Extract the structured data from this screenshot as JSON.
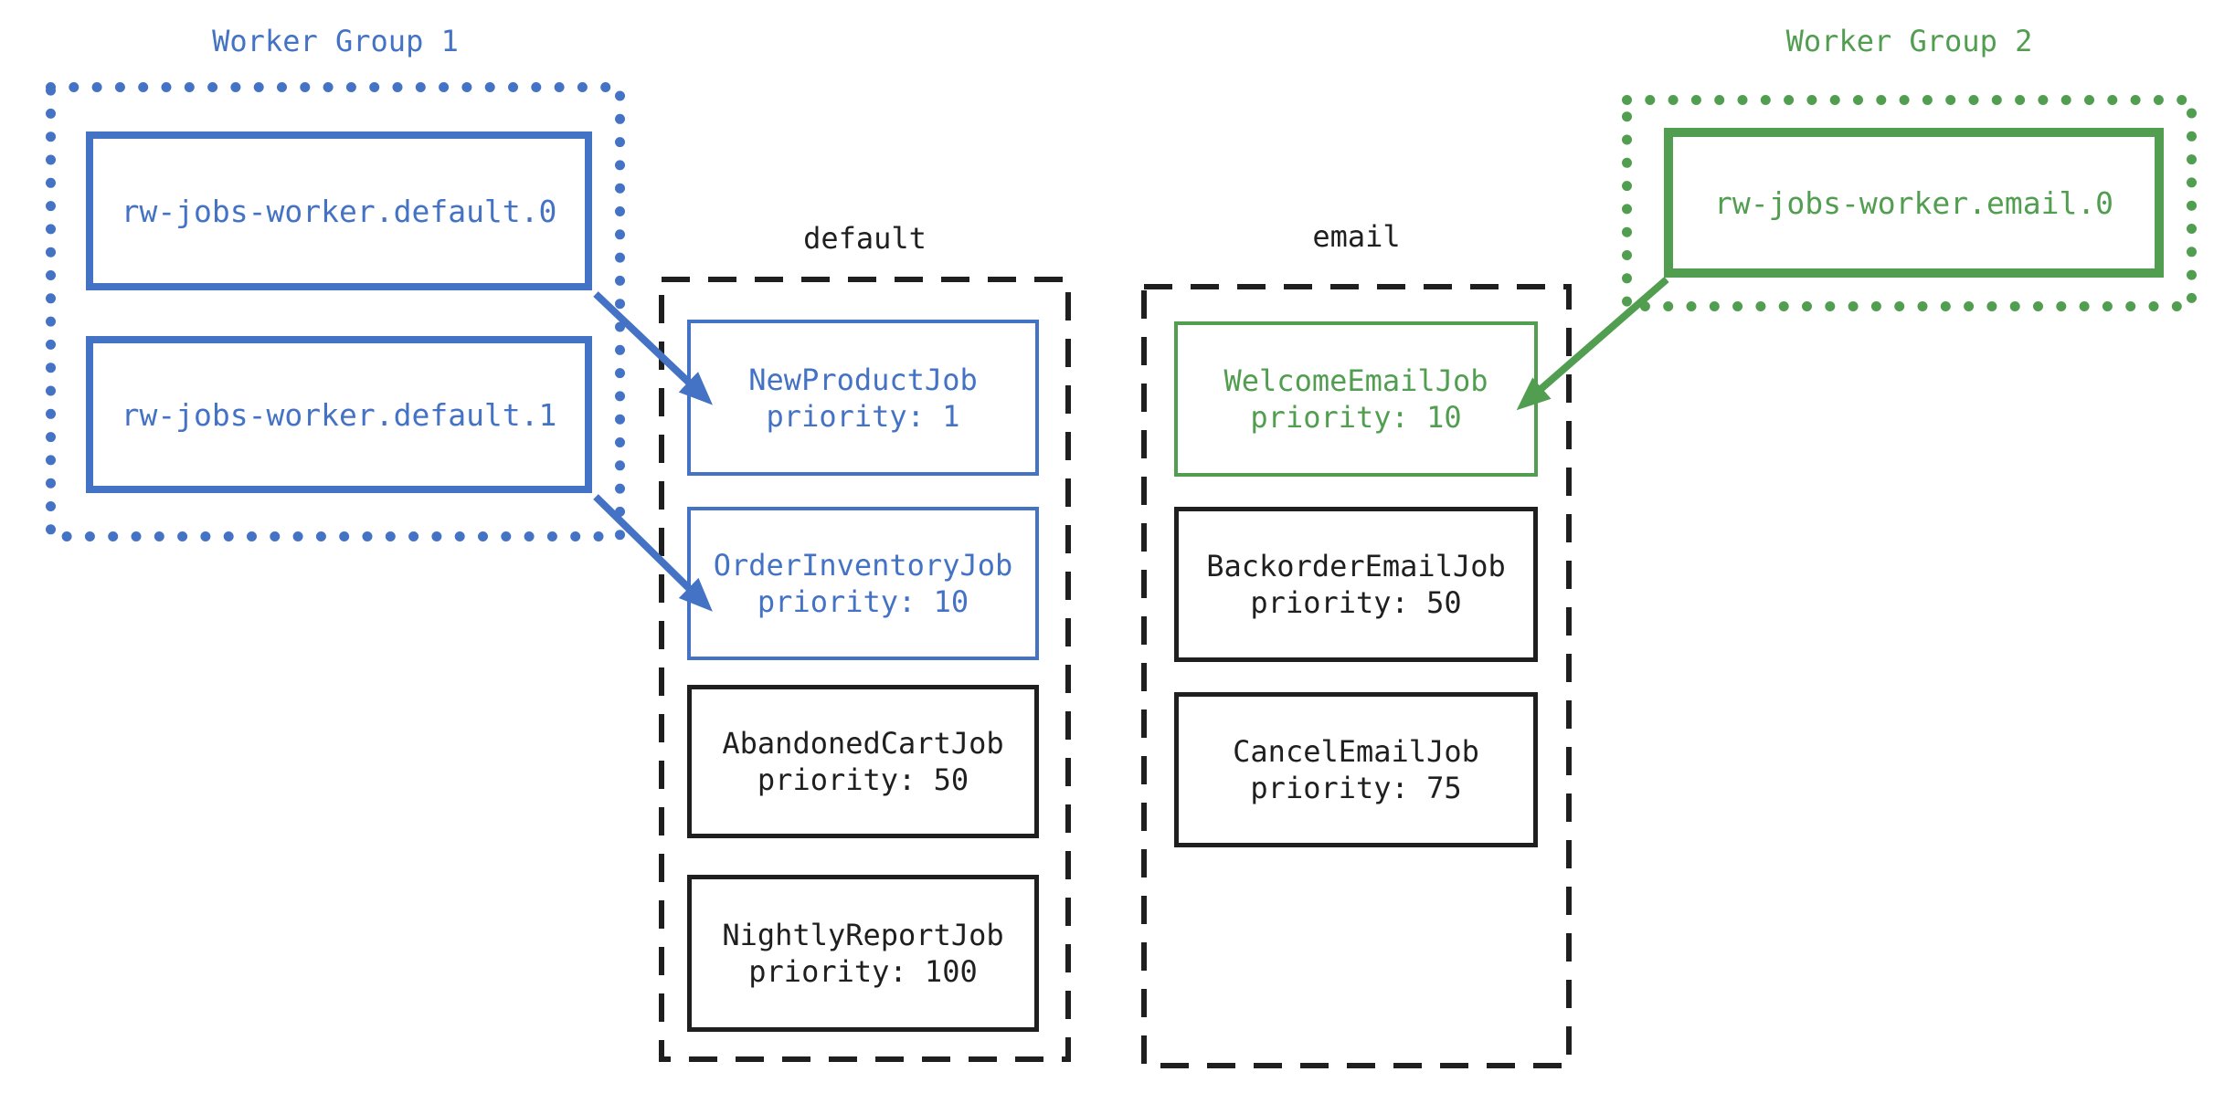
{
  "colors": {
    "blue": "#4472c4",
    "green": "#519e50",
    "ink": "#1f1f1f",
    "bg": "#ffffff"
  },
  "worker_groups": [
    {
      "label": "Worker Group 1",
      "workers": [
        {
          "name": "rw-jobs-worker.default.0"
        },
        {
          "name": "rw-jobs-worker.default.1"
        }
      ]
    },
    {
      "label": "Worker Group 2",
      "workers": [
        {
          "name": "rw-jobs-worker.email.0"
        }
      ]
    }
  ],
  "queues": [
    {
      "label": "default",
      "jobs": [
        {
          "name": "NewProductJob",
          "priority": "priority: 1"
        },
        {
          "name": "OrderInventoryJob",
          "priority": "priority: 10"
        },
        {
          "name": "AbandonedCartJob",
          "priority": "priority: 50"
        },
        {
          "name": "NightlyReportJob",
          "priority": "priority: 100"
        }
      ]
    },
    {
      "label": "email",
      "jobs": [
        {
          "name": "WelcomeEmailJob",
          "priority": "priority: 10"
        },
        {
          "name": "BackorderEmailJob",
          "priority": "priority: 50"
        },
        {
          "name": "CancelEmailJob",
          "priority": "priority: 75"
        }
      ]
    }
  ]
}
